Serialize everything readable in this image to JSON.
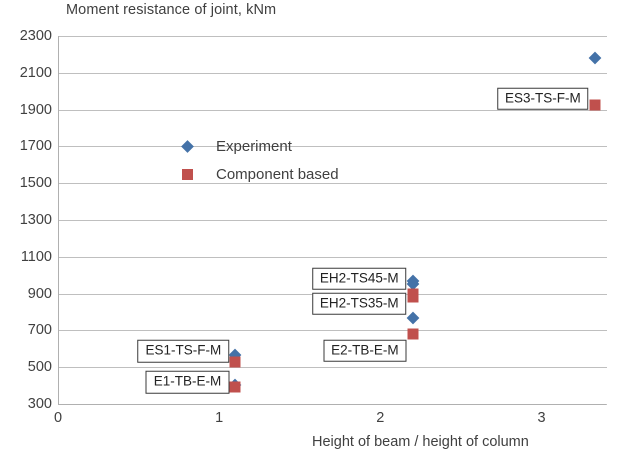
{
  "chart_data": {
    "type": "scatter",
    "title": "Moment resistance of joint, kNm",
    "xlabel": "Height of beam / height of column",
    "ylabel": "",
    "xlim": [
      0,
      3.4
    ],
    "ylim": [
      300,
      2300
    ],
    "grid": true,
    "legend_position": "inside-upper-left",
    "xticks": [
      "0",
      "1",
      "2",
      "3"
    ],
    "xtick_values": [
      0,
      1,
      2,
      3
    ],
    "yticks": [
      "300",
      "500",
      "700",
      "900",
      "1100",
      "1300",
      "1500",
      "1700",
      "1900",
      "2100",
      "2300"
    ],
    "ytick_values": [
      300,
      500,
      700,
      900,
      1100,
      1300,
      1500,
      1700,
      1900,
      2100,
      2300
    ],
    "series": [
      {
        "name": "Experiment",
        "marker": "diamond",
        "color": "#4472a8",
        "points": [
          {
            "x": 1.1,
            "y": 405
          },
          {
            "x": 1.1,
            "y": 567
          },
          {
            "x": 2.2,
            "y": 770
          },
          {
            "x": 2.2,
            "y": 950
          },
          {
            "x": 2.2,
            "y": 967
          },
          {
            "x": 3.33,
            "y": 2180
          }
        ]
      },
      {
        "name": "Component based",
        "marker": "square",
        "color": "#c0504d",
        "points": [
          {
            "x": 1.1,
            "y": 390
          },
          {
            "x": 1.1,
            "y": 530
          },
          {
            "x": 2.2,
            "y": 678
          },
          {
            "x": 2.2,
            "y": 880
          },
          {
            "x": 2.2,
            "y": 900
          },
          {
            "x": 3.33,
            "y": 1925
          }
        ]
      }
    ],
    "annotations": [
      {
        "label": "ES3-TS-F-M",
        "x": 3.33,
        "y": 1960
      },
      {
        "label": "EH2-TS45-M",
        "x": 2.2,
        "y": 980
      },
      {
        "label": "EH2-TS35-M",
        "x": 2.2,
        "y": 845
      },
      {
        "label": "E2-TB-E-M",
        "x": 2.2,
        "y": 590
      },
      {
        "label": "ES1-TS-F-M",
        "x": 1.1,
        "y": 588
      },
      {
        "label": "E1-TB-E-M",
        "x": 1.1,
        "y": 418
      }
    ]
  }
}
